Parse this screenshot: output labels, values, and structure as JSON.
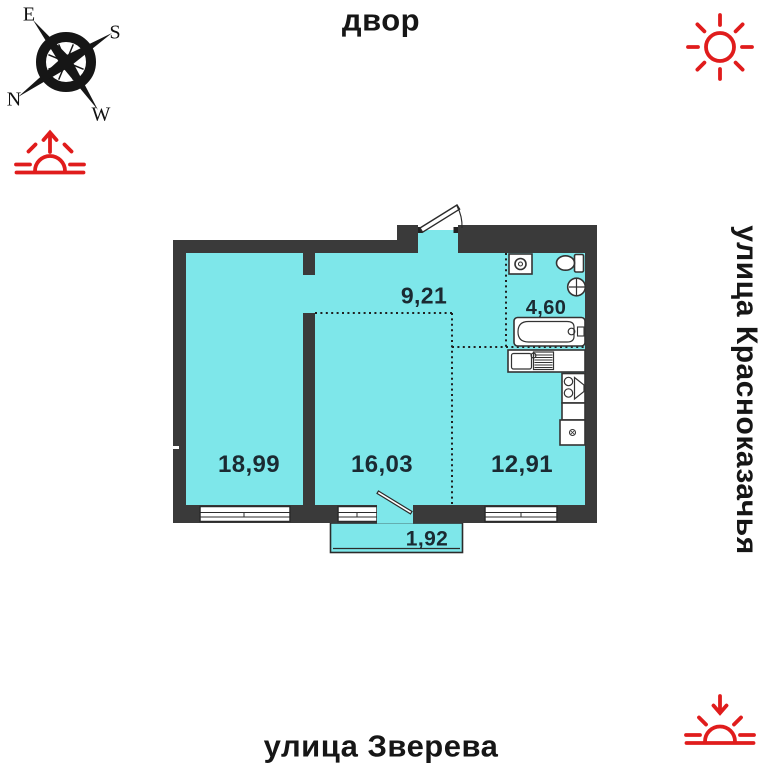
{
  "scene": {
    "top_area_label": "двор",
    "bottom_street_label": "улица Зверева",
    "right_street_label": "улица Красноказачья"
  },
  "compass": {
    "east": "E",
    "south": "S",
    "north": "N",
    "west": "W"
  },
  "rooms": {
    "living": {
      "area": "18,99"
    },
    "bedroom": {
      "area": "16,03"
    },
    "kitchen": {
      "area": "12,91"
    },
    "hallway": {
      "area": "9,21"
    },
    "bathroom": {
      "area": "4,60"
    },
    "balcony": {
      "area": "1,92"
    }
  },
  "icons": {
    "compass": "compass-rose-icon",
    "top_left": "sunrise-icon",
    "top_right": "sun-icon",
    "bottom_right": "sunset-icon",
    "fixtures": [
      "washing-machine-icon",
      "toilet-icon",
      "washbasin-icon",
      "bathtub-icon",
      "kitchen-sink-icon",
      "stove-icon",
      "fridge-icon"
    ]
  },
  "colors": {
    "floor_fill": "#7EE7EA",
    "wall": "#3A3A3A",
    "room_label_text": "#1B2A32",
    "street_text": "#161616",
    "red_accent": "#E01C1C"
  }
}
